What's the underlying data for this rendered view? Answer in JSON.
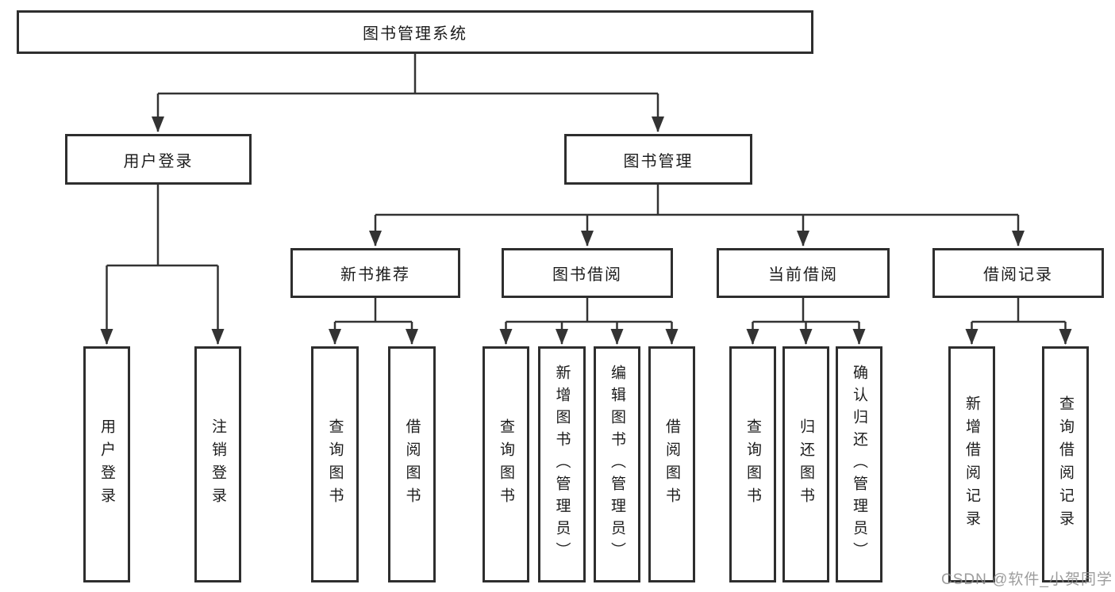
{
  "diagram": {
    "title": "图书管理系统",
    "root": {
      "label": "图书管理系统"
    },
    "level2": {
      "user_login": {
        "label": "用户登录"
      },
      "book_management": {
        "label": "图书管理"
      }
    },
    "level3": {
      "new_book_recommend": {
        "label": "新书推荐"
      },
      "book_borrow": {
        "label": "图书借阅"
      },
      "current_borrow": {
        "label": "当前借阅"
      },
      "borrow_records": {
        "label": "借阅记录"
      }
    },
    "leaves": {
      "user_login": "用户登录",
      "logout": "注销登录",
      "newbook_query_books": "查询图书",
      "newbook_borrow_books": "借阅图书",
      "borrow_query_books": "查询图书",
      "borrow_add_books_admin": "新增图书（管理员）",
      "borrow_edit_books_admin": "编辑图书（管理员）",
      "borrow_borrow_books": "借阅图书",
      "current_query_books": "查询图书",
      "current_return_books": "归还图书",
      "current_confirm_return_admin": "确认归还（管理员）",
      "records_add_record": "新增借阅记录",
      "records_query_record": "查询借阅记录"
    }
  },
  "watermark": {
    "text": "CSDN @软件_小贺同学"
  },
  "colors": {
    "line": "#333333",
    "box_border": "#2e2e2e",
    "text": "#1c1c1c",
    "watermark": "#8c8c8c",
    "background": "#ffffff"
  }
}
